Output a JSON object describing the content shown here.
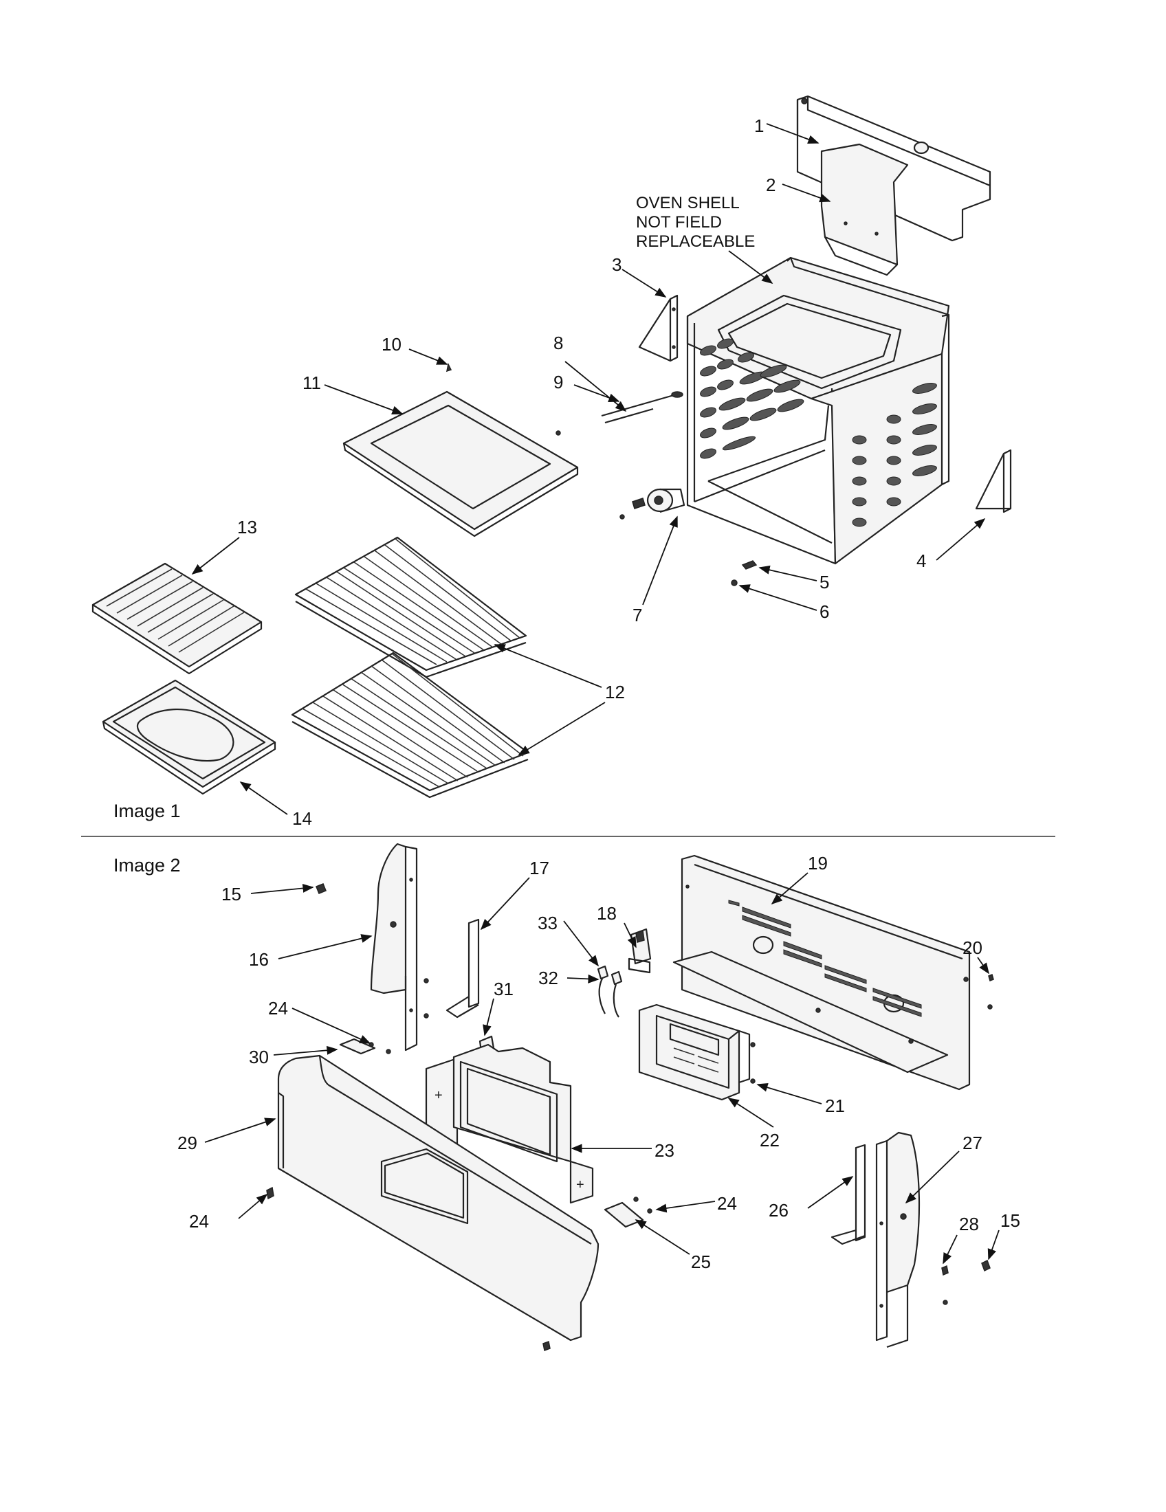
{
  "captions": {
    "image1": "Image 1",
    "image2": "Image 2"
  },
  "note": {
    "line1": "OVEN SHELL",
    "line2": "NOT FIELD",
    "line3": "REPLACEABLE"
  },
  "labels": {
    "n1": "1",
    "n2": "2",
    "n3": "3",
    "n4": "4",
    "n5": "5",
    "n6": "6",
    "n7": "7",
    "n8": "8",
    "n9": "9",
    "n10": "10",
    "n11": "11",
    "n12": "12",
    "n13": "13",
    "n14": "14",
    "n15a": "15",
    "n15b": "15",
    "n16": "16",
    "n17": "17",
    "n18": "18",
    "n19": "19",
    "n20": "20",
    "n21": "21",
    "n22": "22",
    "n23": "23",
    "n24a": "24",
    "n24b": "24",
    "n24c": "24",
    "n25": "25",
    "n26": "26",
    "n27": "27",
    "n28": "28",
    "n29": "29",
    "n30": "30",
    "n31": "31",
    "n32": "32",
    "n33": "33"
  }
}
